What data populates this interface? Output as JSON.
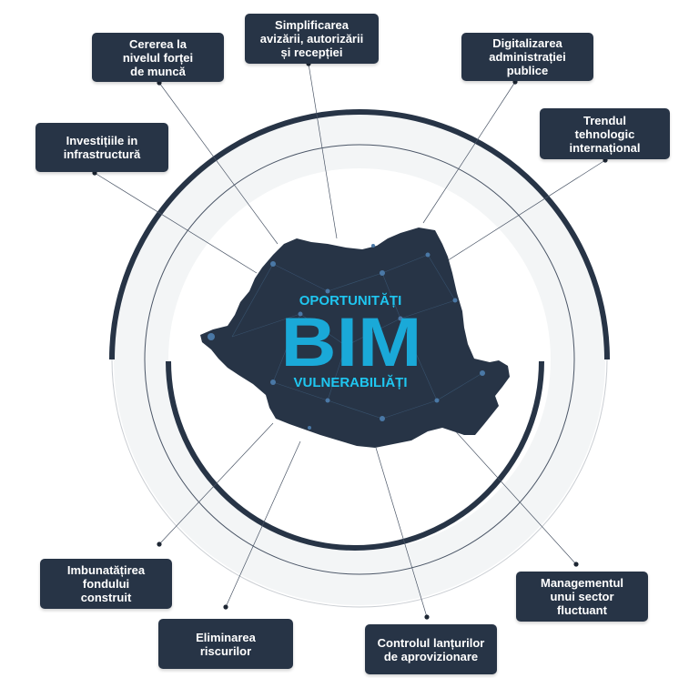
{
  "center": {
    "top_label": "OPORTUNITĂȚI",
    "main_label": "BIM",
    "bottom_label": "VULNERABILIĂȚI"
  },
  "colors": {
    "box": "#273446",
    "map": "#273446",
    "accent": "#1aa9d8",
    "ring": "#f3f5f6",
    "arc": "#273446"
  },
  "factors": [
    {
      "id": "investitii",
      "label": "Investițiile in\ninfrastructură"
    },
    {
      "id": "cererea",
      "label": "Cererea la\nnivelul forței\nde muncă"
    },
    {
      "id": "simplificarea",
      "label": "Simplificarea\navizării, autorizării\nși recepției"
    },
    {
      "id": "digitalizarea",
      "label": "Digitalizarea\nadministrației\npublice"
    },
    {
      "id": "trendul",
      "label": "Trendul\ntehnologic\ninternațional"
    },
    {
      "id": "managementul",
      "label": "Managementul\nunui sector\nfluctuant"
    },
    {
      "id": "controlul",
      "label": "Controlul lanțurilor\nde aprovizionare"
    },
    {
      "id": "eliminarea",
      "label": "Eliminarea\nriscurilor"
    },
    {
      "id": "imbunatatirea",
      "label": "Imbunatățirea\nfondului\nconstruit"
    }
  ]
}
